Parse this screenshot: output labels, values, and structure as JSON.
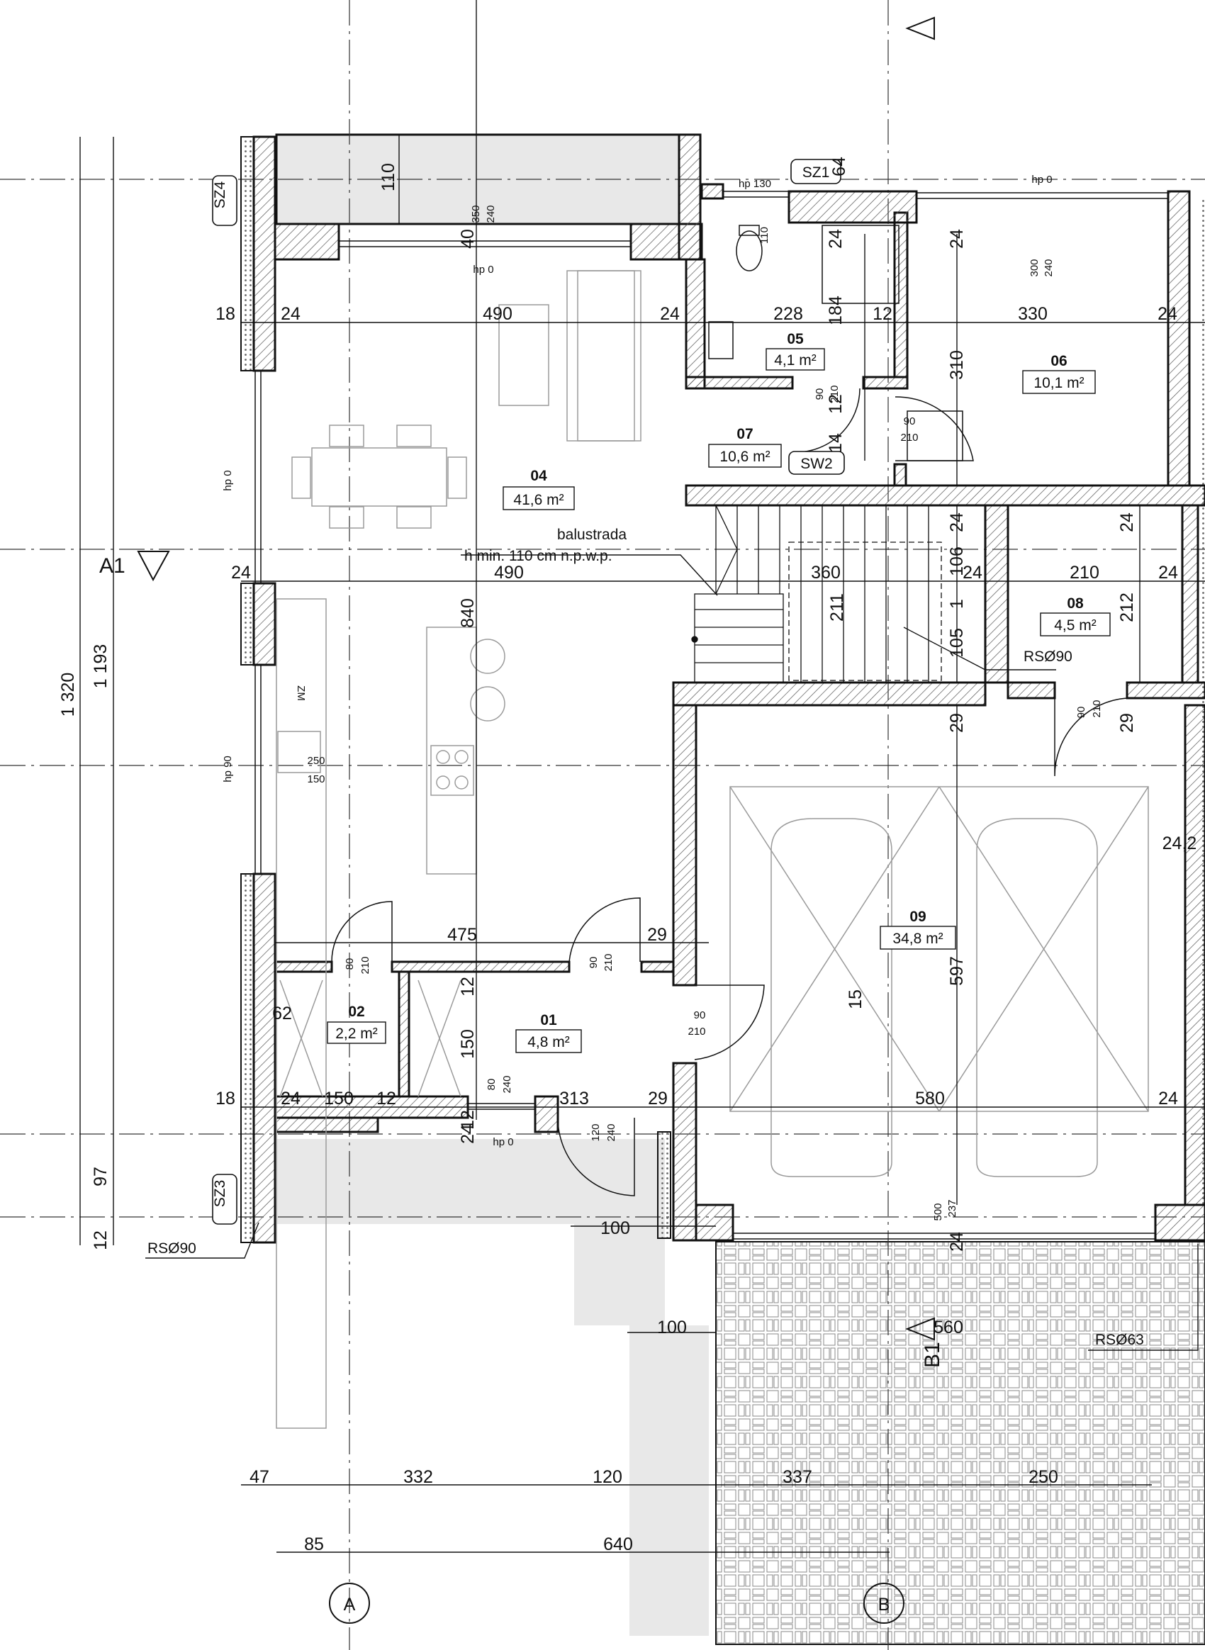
{
  "colors": {
    "ink": "#111111",
    "hatch": "#555555",
    "terrace": "#e8e8e8",
    "light": "#9a9a9a"
  },
  "rooms": [
    {
      "id": "04",
      "num": "04",
      "area": "41,6 m²"
    },
    {
      "id": "05",
      "num": "05",
      "area": "4,1 m²"
    },
    {
      "id": "06",
      "num": "06",
      "area": "10,1 m²"
    },
    {
      "id": "07",
      "num": "07",
      "area": "10,6 m²"
    },
    {
      "id": "08",
      "num": "08",
      "area": "4,5 m²"
    },
    {
      "id": "09",
      "num": "09",
      "area": "34,8 m²"
    },
    {
      "id": "02",
      "num": "02",
      "area": "2,2 m²"
    },
    {
      "id": "01",
      "num": "01",
      "area": "4,8 m²"
    }
  ],
  "tags": {
    "sz4": "SZ4",
    "sz3": "SZ3",
    "sz1": "SZ1",
    "sw2": "SW2"
  },
  "labels": {
    "balustrada": "balustrada",
    "balustrada_note": "h min. 110 cm n.p.w.p.",
    "rs090_a": "RSØ90",
    "rs090_b": "RSØ90",
    "rs063": "RSØ63",
    "section_a1": "A1",
    "section_b1": "B1",
    "axis_a": "A",
    "axis_b": "B"
  },
  "dims": {
    "overall": [
      "1 320",
      "1 193",
      "97",
      "12"
    ],
    "bottom": [
      "47",
      "332",
      "120",
      "337",
      "250",
      "85",
      "640"
    ],
    "misc": [
      "110",
      "64",
      "100",
      "100",
      "560"
    ],
    "row1": [
      "18",
      "24",
      "490",
      "24",
      "228",
      "12",
      "330",
      "24",
      "184",
      "24",
      "24",
      "310",
      "40"
    ],
    "row2": [
      "24",
      "490",
      "360",
      "24",
      "210",
      "24",
      "106",
      "1",
      "105",
      "212",
      "211",
      "24",
      "24",
      "840"
    ],
    "mid": [
      "29",
      "29",
      "24,2",
      "597",
      "15",
      "12",
      "12",
      "14"
    ],
    "row3": [
      "475",
      "29",
      "62",
      "150",
      "12"
    ],
    "row4": [
      "18",
      "24",
      "150",
      "12",
      "313",
      "29",
      "580",
      "24",
      "24",
      "24"
    ]
  },
  "small": {
    "hp130": "hp 130",
    "hp0_top": "hp 0",
    "hp0_door": "hp 0",
    "hp0_left": "hp 0",
    "hp90": "hp 90",
    "hp0_bottom": "hp 0",
    "w_350": "350",
    "w_240": "240",
    "w_300": "300",
    "w_240b": "240",
    "w_110": "110",
    "d90_top": "90",
    "d210_top": "210",
    "d90_bath": "90",
    "d210_bath": "210",
    "d90_08": "90",
    "d210_08": "210",
    "d80_02": "80",
    "d210_02": "210",
    "d90_01": "90",
    "d210_01": "210",
    "d90_gar": "90",
    "d210_gar": "210",
    "d80_ent": "80",
    "d240_ent": "240",
    "d120_ent": "120",
    "d240_ent2": "240",
    "sink_250": "250",
    "sink_150": "150",
    "zm": "ZM",
    "g500": "500",
    "g237": "237"
  }
}
